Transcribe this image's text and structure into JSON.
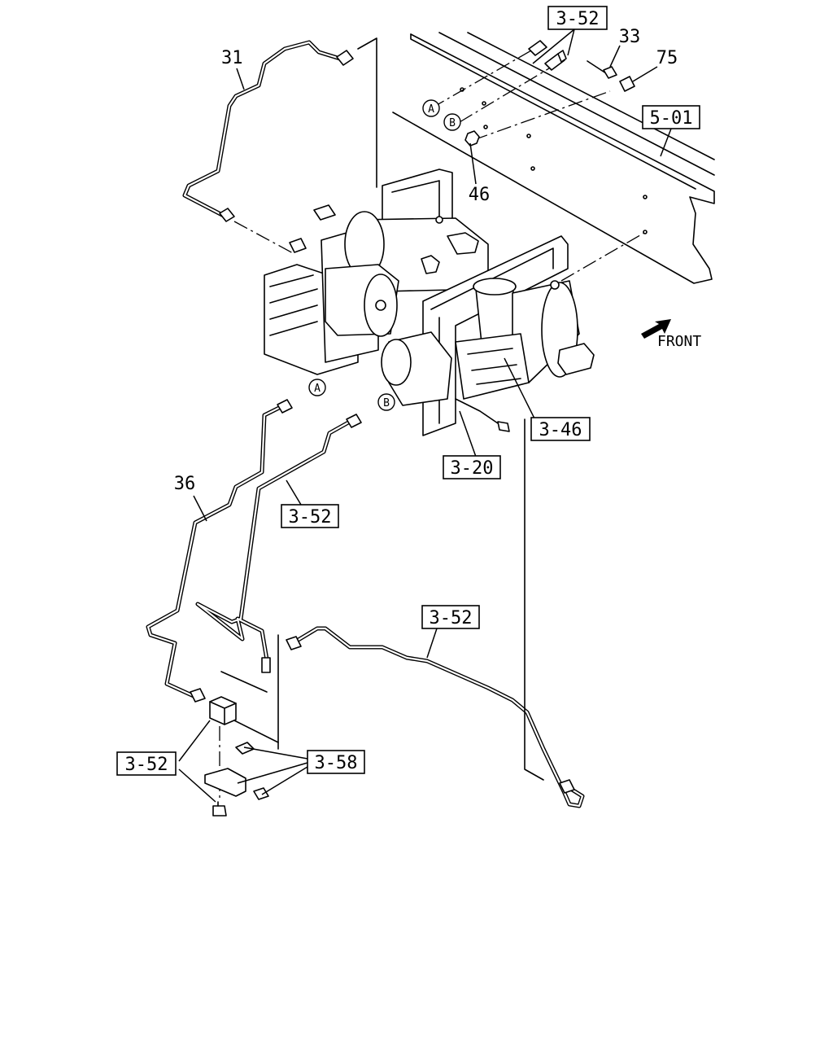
{
  "callouts": {
    "ref_3_52_top": "3-52",
    "ref_5_01": "5-01",
    "ref_3_46": "3-46",
    "ref_3_20": "3-20",
    "ref_3_52_mid": "3-52",
    "ref_3_52_lower": "3-52",
    "ref_3_52_bottom": "3-52",
    "ref_3_58": "3-58"
  },
  "part_numbers": {
    "p31": "31",
    "p33": "33",
    "p75": "75",
    "p46": "46",
    "p36": "36"
  },
  "connection_markers": {
    "a_top": "A",
    "b_top": "B",
    "a_lower": "A",
    "b_lower": "B"
  },
  "direction": {
    "label": "FRONT"
  },
  "icons": {
    "front_arrow": "arrow-right-icon"
  }
}
